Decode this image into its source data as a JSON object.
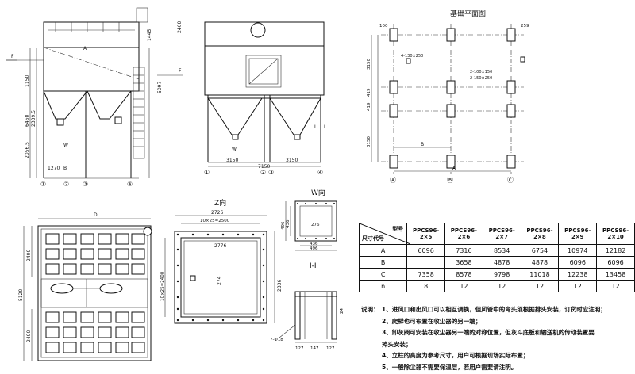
{
  "views": {
    "plan_title": "基础平面图",
    "z_title": "Z向",
    "w_title": "W向",
    "section_title": "I-I"
  },
  "elevation": {
    "dims": [
      "2460",
      "1445",
      "1150",
      "6460",
      "2056.5",
      "2339.5",
      "5097",
      "1270"
    ],
    "letters": [
      "A",
      "B",
      "W",
      "F",
      "F"
    ],
    "axes": [
      "①",
      "②",
      "③",
      "④"
    ]
  },
  "front": {
    "dims": [
      "3150",
      "7150",
      "3150"
    ],
    "letters": [
      "W",
      "I",
      "I"
    ],
    "axes": [
      "①",
      "②",
      "③",
      "④"
    ]
  },
  "plan": {
    "dims": [
      "100",
      "259",
      "3150",
      "419",
      "419",
      "3150",
      "4-130×250",
      "2-100×150",
      "2-150×250"
    ],
    "letters": [
      "B",
      "A"
    ],
    "axes": [
      "Ⓐ",
      "Ⓑ",
      "Ⓒ"
    ]
  },
  "bag_plan": {
    "dims": [
      "D",
      "2400",
      "5120",
      "2400"
    ]
  },
  "z_view": {
    "dims": [
      "2726",
      "10×25=2500",
      "2776",
      "10×25=2400",
      "2336",
      "274"
    ]
  },
  "w_view": {
    "dims": [
      "496",
      "436",
      "436",
      "496",
      "276"
    ]
  },
  "section": {
    "dims": [
      "7-Φ18",
      "127",
      "147",
      "127",
      "24"
    ]
  },
  "table": {
    "header_model": "型号",
    "header_code": "尺寸代号",
    "columns": [
      "PPCS96-2×5",
      "PPCS96-2×6",
      "PPCS96-2×7",
      "PPCS96-2×8",
      "PPCS96-2×9",
      "PPCS96-2×10"
    ],
    "rows": [
      {
        "label": "A",
        "values": [
          "6096",
          "7316",
          "8534",
          "6754",
          "10974",
          "12182"
        ]
      },
      {
        "label": "B",
        "values": [
          "",
          "3658",
          "4878",
          "4878",
          "6096",
          "6096"
        ]
      },
      {
        "label": "C",
        "values": [
          "7358",
          "8578",
          "9798",
          "11018",
          "12238",
          "13458"
        ]
      },
      {
        "label": "n",
        "values": [
          "8",
          "12",
          "12",
          "12",
          "12",
          "12"
        ]
      }
    ]
  },
  "notes": {
    "label": "说明：",
    "items": [
      "1、进风口和出风口可以相互调换，但风管中的弯头须根据排头安装，订货时应注明；",
      "2、爬梯也可布置在收尘器的另一端；",
      "3、卸灰阀可安装在收尘器另一端的对称位置，但灰斗底板和输送机的传动装置要",
      "   掉头安装；",
      "4、立柱的高度为参考尺寸，用户可根据现场实际布置；",
      "5、一般除尘器不需要保温层，若用户需要请注明。"
    ]
  }
}
